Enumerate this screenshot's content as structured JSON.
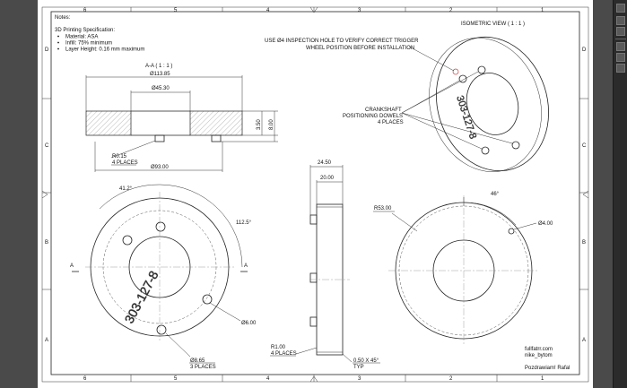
{
  "sheet": {
    "col_labels_top": [
      "6",
      "5",
      "4",
      "3",
      "2",
      "1"
    ],
    "col_labels_bottom": [
      "6",
      "5",
      "4",
      "3",
      "2",
      "1"
    ],
    "row_labels_left": [
      "D",
      "C",
      "B",
      "A"
    ],
    "row_labels_right": [
      "D",
      "C",
      "B",
      "A"
    ]
  },
  "notes": {
    "title": "Notes:",
    "spec_title": "3D Printing Specification:",
    "items": [
      "Material: ASA",
      "Infill: 75% minimum",
      "Layer Height: 0.16 mm maximum"
    ]
  },
  "section_view": {
    "title": "A-A ( 1 : 1 )",
    "dim_outer": "Ø113.85",
    "dim_bore": "Ø45.30",
    "dim_height_small": "3.50",
    "dim_height_total": "8.00",
    "fillet_label": "R0.15",
    "fillet_places": "4 PLACES",
    "dim_pcd": "Ø93.00"
  },
  "front_view": {
    "angle_a": "41.2°",
    "angle_b": "112.5°",
    "section_mark_left": "A",
    "section_mark_right": "A",
    "hole_label": "Ø6.00",
    "dowel_label": "Ø8.65",
    "dowel_places": "3 PLACES",
    "engraving": "303-127-8"
  },
  "side_view": {
    "dim_width_total": "24.50",
    "dim_width_body": "20.00",
    "fillet_label": "R1.00",
    "fillet_places": "4 PLACES",
    "chamfer_label": "0.50 X 45°",
    "chamfer_note": "TYP"
  },
  "rear_view": {
    "radius_label": "R53.00",
    "angle_label": "46°",
    "hole_label": "Ø4.00"
  },
  "isometric": {
    "title": "ISOMETRIC VIEW ( 1 : 1 )",
    "note_line1": "USE Ø4 INSPECTION HOLE TO VERIFY CORRECT TRIGGER",
    "note_line2": "WHEEL POSITION BEFORE INSTALLATION",
    "dowel_line1": "CRANKSHAFT",
    "dowel_line2": "POSITIONING DOWELS",
    "dowel_line3": "4 PLACES",
    "engraving": "303-127-8"
  },
  "signature": {
    "line1": "fullfatrr.com",
    "line2": "nike_bytom",
    "line3": "Pozdrawiam! Rafal"
  }
}
